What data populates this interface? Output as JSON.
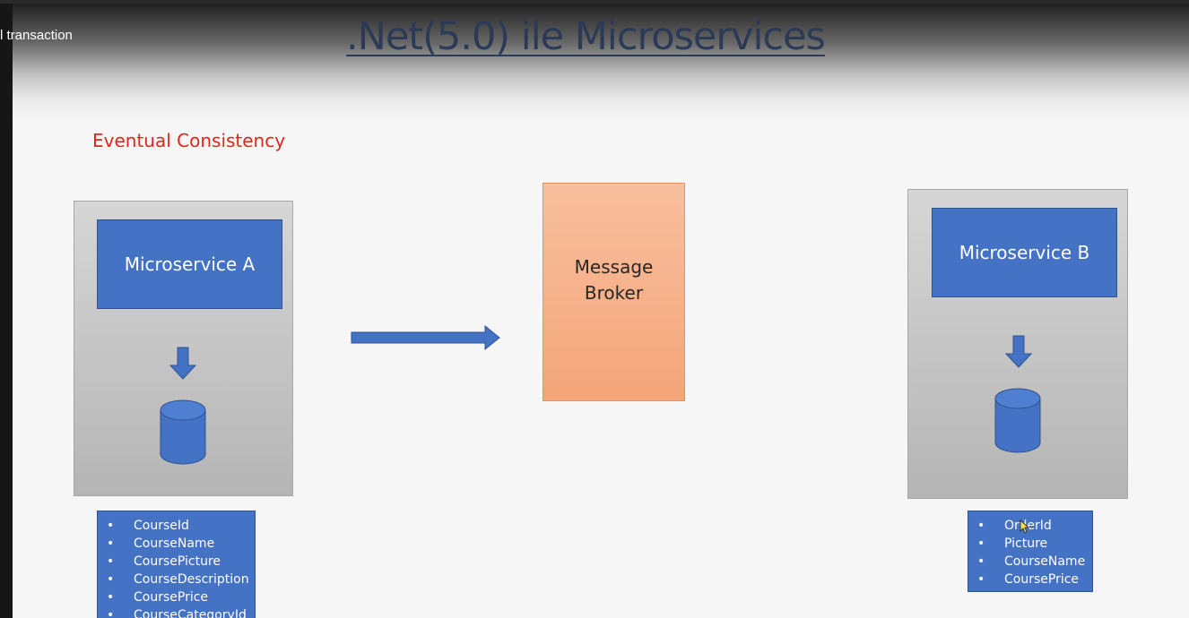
{
  "overlay": {
    "caption": "l transaction"
  },
  "slide": {
    "title": ".Net(5.0) ile Microservices",
    "subtitle": "Eventual Consistency"
  },
  "service_a": {
    "label": "Microservice A",
    "fields": [
      "CourseId",
      "CourseName",
      "CoursePicture",
      "CourseDescription",
      "CoursePrice",
      "CourseCategoryId"
    ]
  },
  "broker": {
    "line1": "Message",
    "line2": "Broker"
  },
  "service_b": {
    "label": "Microservice B",
    "fields": [
      "OrderId",
      "Picture",
      "CourseName",
      "CoursePrice"
    ]
  },
  "colors": {
    "service_blue": "#4472c4",
    "broker_orange": "#f4a579",
    "subtitle_red": "#e0261c",
    "title_navy": "#2b3a57"
  },
  "icons": {
    "flow_arrow": "right-arrow-icon",
    "down_arrow": "down-arrow-icon",
    "database": "database-cylinder-icon",
    "cursor": "mouse-pointer-icon"
  }
}
